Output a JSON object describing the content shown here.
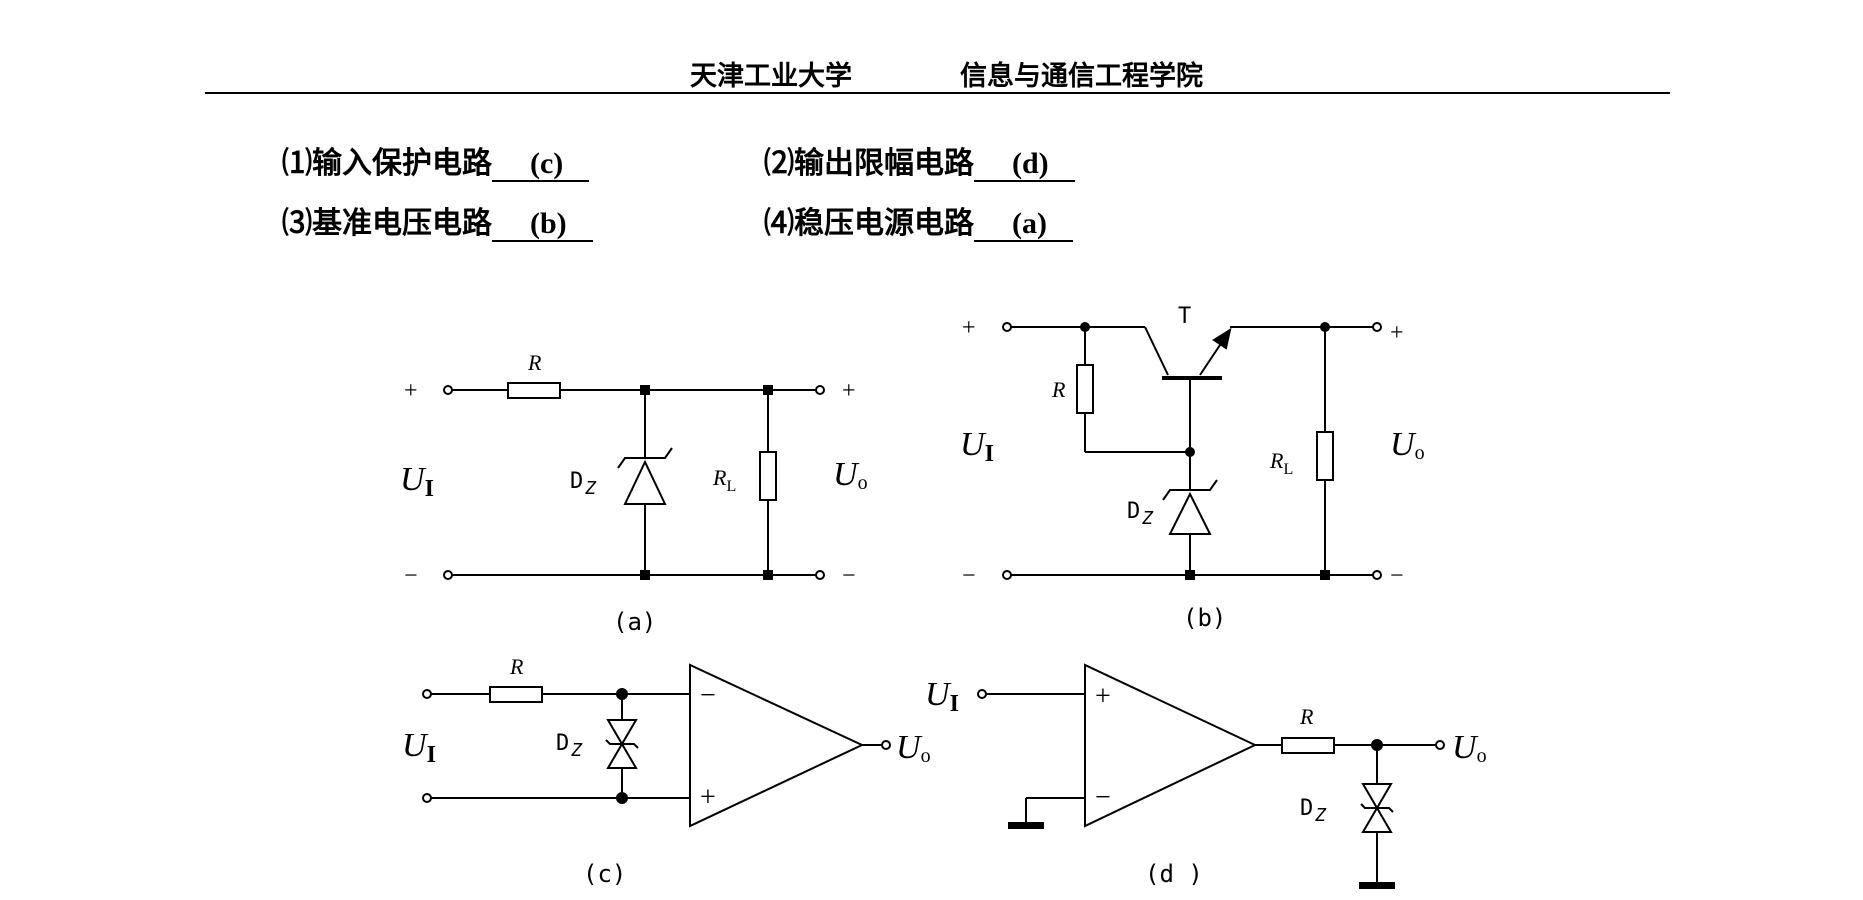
{
  "header": {
    "university": "天津工业大学",
    "school": "信息与通信工程学院"
  },
  "answers": [
    {
      "prefix": "⑴输入保护电路",
      "answer": "(c)"
    },
    {
      "prefix": "⑵输出限幅电路",
      "answer": "(d)"
    },
    {
      "prefix": "⑶基准电压电路",
      "answer": "(b)"
    },
    {
      "prefix": "⑷稳压电源电路",
      "answer": "(a)"
    }
  ],
  "circuits": {
    "a": {
      "caption": "(a)",
      "plus": "+",
      "minus": "−",
      "r": "R",
      "dz_main": "D",
      "dz_sub": "Z",
      "rl_main": "R",
      "rl_sub": "L",
      "ui_main": "U",
      "ui_sub": "I",
      "uo_main": "U",
      "uo_sub": "o"
    },
    "b": {
      "caption": "(b)",
      "plus": "+",
      "minus": "−",
      "r": "R",
      "t": "T",
      "dz_main": "D",
      "dz_sub": "Z",
      "rl_main": "R",
      "rl_sub": "L",
      "ui_main": "U",
      "ui_sub": "I",
      "uo_main": "U",
      "uo_sub": "o"
    },
    "c": {
      "caption": "(c)",
      "r": "R",
      "dz_main": "D",
      "dz_sub": "Z",
      "ui_main": "U",
      "ui_sub": "I",
      "uo_main": "U",
      "uo_sub": "o",
      "inv": "−",
      "noninv": "+"
    },
    "d": {
      "caption": "(d )",
      "r": "R",
      "dz_main": "D",
      "dz_sub": "Z",
      "ui_main": "U",
      "ui_sub": "I",
      "uo_main": "U",
      "uo_sub": "o",
      "inv": "−",
      "noninv": "+"
    }
  }
}
